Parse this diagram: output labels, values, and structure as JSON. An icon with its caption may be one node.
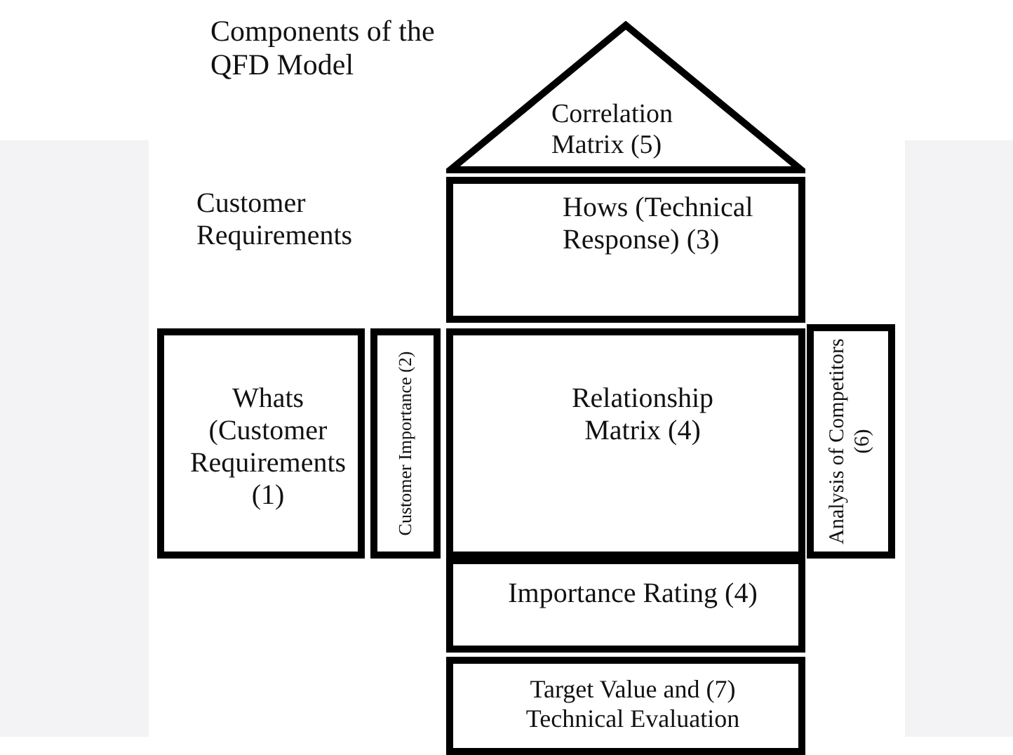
{
  "diagram": {
    "title": "Components of the QFD Model",
    "nodes": [
      {
        "text": [
          "Correlation Matrix (5)"
        ]
      },
      {
        "text": [
          "Hows (Technical Response) (3)"
        ]
      },
      {
        "text": [
          "Whats (Customer Requirements (1)"
        ]
      },
      {
        "text": [
          "Customer Importance (2)"
        ]
      },
      {
        "text": [
          "Relationship Matrix (4)"
        ]
      },
      {
        "text": [
          "Analysis of Competitors (6)"
        ]
      },
      {
        "text": [
          "Importance Rating (4)"
        ]
      },
      {
        "text": [
          "Target Value and (7) Technical Evaluation"
        ]
      }
    ],
    "labels": [
      "Customer Requirements"
    ]
  }
}
